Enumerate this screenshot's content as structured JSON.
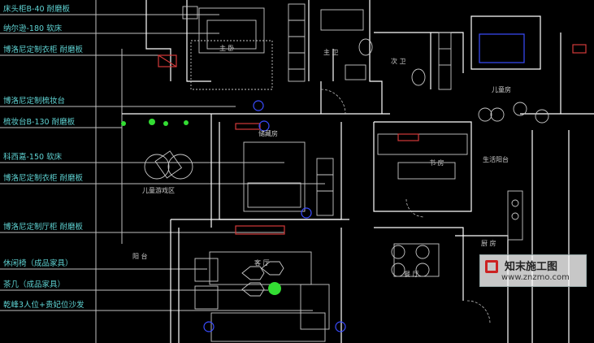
{
  "annotations": [
    "床头柜B-40  耐磨板",
    "纳尔逊-180 软床",
    "博洛尼定制衣柜 耐磨板",
    "博洛尼定制梳妆台",
    "梳妆台B-130 耐磨板",
    "科西嘉-150 软床",
    "博洛尼定制衣柜 耐磨板",
    "博洛尼定制厅柜 耐磨板",
    "休闲椅（成品家具）",
    "茶几（成品家具）",
    "乾峰3人位+贵妃位沙发"
  ],
  "rooms": {
    "master_bedroom": "主 卧",
    "master_bath": "主 卫",
    "second_bath": "次 卫",
    "kids_room": "儿童房",
    "storage_room": "储藏房",
    "study": "书 房",
    "balcony_service": "生活阳台",
    "kids_play": "儿童游戏区",
    "balcony": "阳 台",
    "living_room": "客 厅",
    "dining_room": "餐 厅",
    "kitchen": "厨 房"
  },
  "watermark": {
    "name": "知末施工图",
    "url": "www.znzmo.com"
  },
  "colors": {
    "annotation": "#5fd3d3",
    "wall": "#ffffff",
    "furniture": "#c8c8c8",
    "accent_red": "#d23a3a",
    "accent_blue": "#3a4cff",
    "plant": "#33dd33"
  }
}
